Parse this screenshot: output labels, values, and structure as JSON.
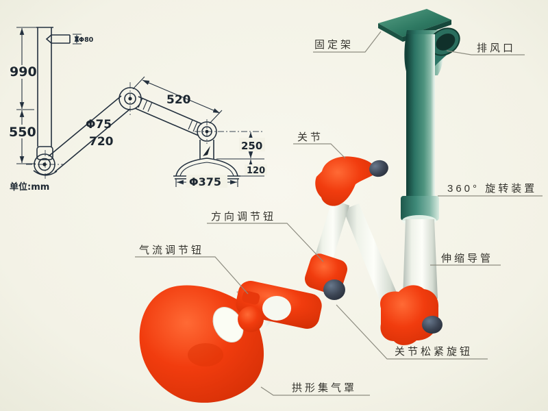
{
  "drawing": {
    "unit_label": "单位:mm",
    "dim_total_height": "990",
    "dim_lower_height": "550",
    "dim_upper_arm": "520",
    "dim_tube_diameter": "Φ75",
    "dim_lower_arm": "720",
    "dim_neck_height": "250",
    "dim_hood_height": "120",
    "dim_hood_diameter": "Φ375",
    "dim_outlet_diameter": "Φ80"
  },
  "labels": {
    "fixing_frame": "固定架",
    "exhaust_outlet": "排风口",
    "joint": "关节",
    "rotation_device": "360° 旋转装置",
    "direction_knob": "方向调节钮",
    "airflow_knob": "气流调节钮",
    "telescopic_duct": "伸缩导管",
    "joint_tension_knob": "关节松紧旋钮",
    "arched_hood": "拱形集气罩"
  },
  "colors": {
    "background": "#f4f3e8",
    "drawing_line": "#23303e",
    "pipe_green": "#2c7465",
    "joint_red": "#ee3a0e",
    "tube_white": "#f2f5ee",
    "knob_dark": "#3a4350",
    "leader_gray": "#8d8c80"
  }
}
